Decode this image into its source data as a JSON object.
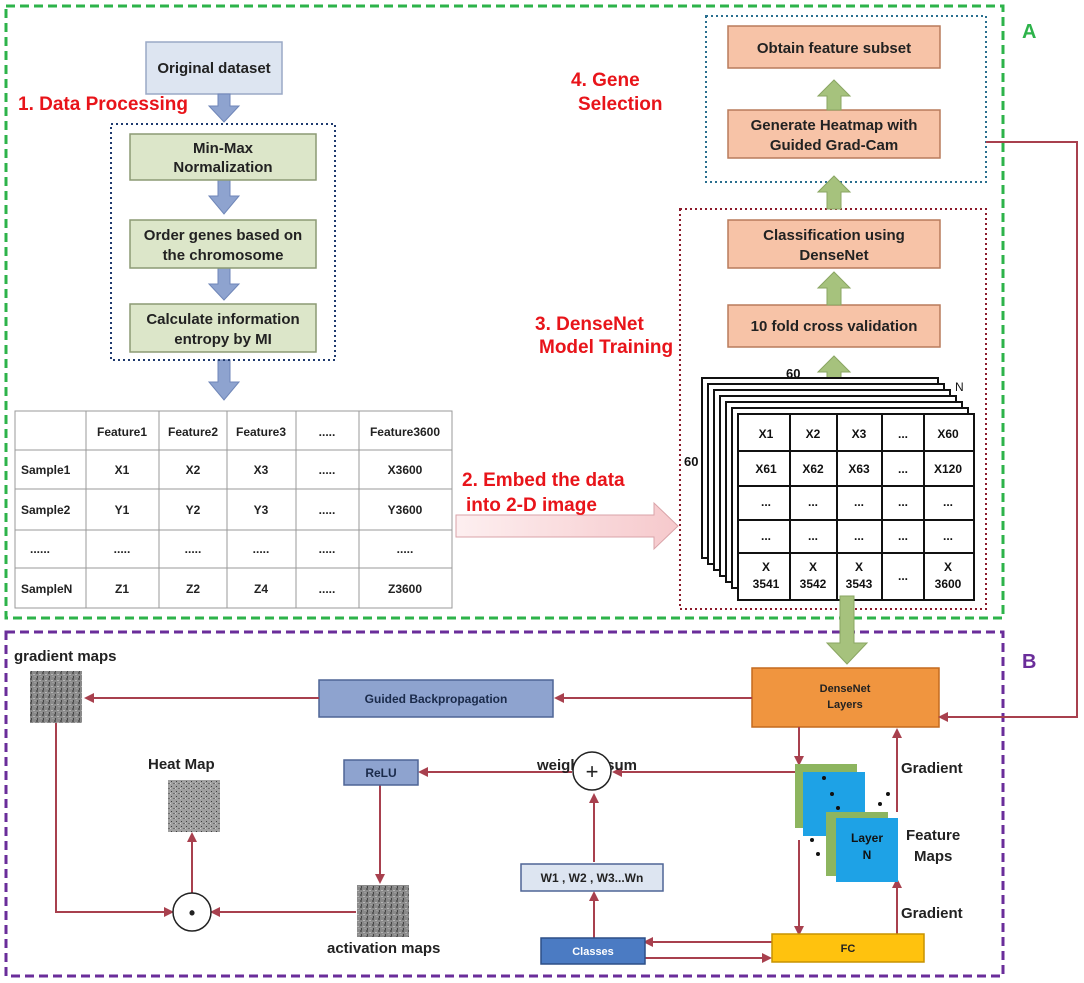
{
  "section_labels": {
    "a": "A",
    "b": "B"
  },
  "stages": {
    "data_processing": "1. Data Processing",
    "embed_line1": "2. Embed the data",
    "embed_line2": "into 2-D image",
    "training_line1": "3. DenseNet",
    "training_line2": "Model Training",
    "gene_line1": "4. Gene",
    "gene_line2": "Selection"
  },
  "boxes": {
    "original_dataset": "Original dataset",
    "minmax_1": "Min-Max",
    "minmax_2": "Normalization",
    "order_1": "Order genes based on",
    "order_2": "the chromosome",
    "entropy_1": "Calculate information",
    "entropy_2": "entropy by MI",
    "feature_subset": "Obtain feature subset",
    "heatmap_1": "Generate Heatmap with",
    "heatmap_2": "Guided Grad-Cam",
    "classif_1": "Classification using",
    "classif_2": "DenseNet",
    "crossval": "10 fold cross validation"
  },
  "feature_table": {
    "headers": [
      "",
      "Feature1",
      "Feature2",
      "Feature3",
      ".....",
      "Feature3600"
    ],
    "rows": [
      [
        "Sample1",
        "X1",
        "X2",
        "X3",
        ".....",
        "X3600"
      ],
      [
        "Sample2",
        "Y1",
        "Y2",
        "Y3",
        ".....",
        "Y3600"
      ],
      [
        "......",
        ".....",
        ".....",
        ".....",
        ".....",
        "....."
      ],
      [
        "SampleN",
        "Z1",
        "Z2",
        "Z4",
        ".....",
        "Z3600"
      ]
    ]
  },
  "image_grid": {
    "width_label": "60",
    "height_label": "60",
    "depth_label": "N",
    "rows": [
      [
        "X1",
        "X2",
        "X3",
        "...",
        "X60"
      ],
      [
        "X61",
        "X62",
        "X63",
        "...",
        "X120"
      ],
      [
        "...",
        "...",
        "...",
        "...",
        "..."
      ],
      [
        "...",
        "...",
        "...",
        "...",
        "..."
      ]
    ],
    "last_row_top": [
      "X",
      "X",
      "X",
      "",
      "X"
    ],
    "last_row_bottom": [
      "3541",
      "3542",
      "3543",
      "...",
      "3600"
    ]
  },
  "gradcam": {
    "gradient_maps": "gradient maps",
    "guided_backprop": "Guided Backpropagation",
    "densenet_1": "DenseNet",
    "densenet_2": "Layers",
    "heat_map": "Heat Map",
    "weighted_sum": "weighted sum",
    "relu": "ReLU",
    "weights": "W1 , W2 , W3...Wn",
    "gradient_top": "Gradient",
    "gradient_bottom": "Gradient",
    "layer_1": "Layer",
    "layer_2": "N",
    "feature_maps_1": "Feature",
    "feature_maps_2": "Maps",
    "activation_maps": "activation maps",
    "classes": "Classes",
    "fc": "FC",
    "plus": "+",
    "dot": "•"
  },
  "colors": {
    "panel_a_border": "#2db34a",
    "panel_b_border": "#6a2d9a",
    "green_box": "#dce6c9",
    "salmon_box": "#f7c3a7",
    "arrow_blue": "#8ea3cf",
    "arrow_green": "#a6c27d",
    "dark_red": "#a8404e",
    "densenet_orange": "#f0953f",
    "fc_yellow": "#ffc20e",
    "stage_red": "#e8141a"
  }
}
